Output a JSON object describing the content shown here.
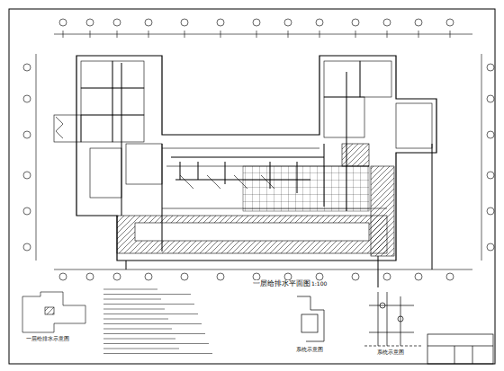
{
  "diagram": {
    "labels": [
      "一层给排水平面图",
      "1:100",
      "一层给排水示意图",
      "系统示意图",
      "系统示意图"
    ]
  }
}
